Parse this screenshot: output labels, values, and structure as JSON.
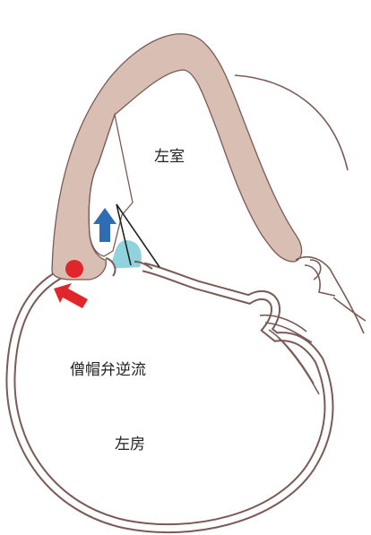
{
  "labels": {
    "left_ventricle": "左室",
    "mitral_regurgitation": "僧帽弁逆流",
    "left_atrium": "左房"
  },
  "colors": {
    "myocardium_fill": "#d8beb3",
    "outline": "#7a5a55",
    "regurgitation_jet": "#8fd3dc",
    "blue_arrow": "#2e6db4",
    "red_arrow": "#e0262a",
    "red_dot": "#e0262a",
    "text": "#222222"
  },
  "icons": {
    "blue_arrow": "arrow-up-icon",
    "red_arrow": "arrow-up-left-icon",
    "red_dot": "dot-icon"
  }
}
